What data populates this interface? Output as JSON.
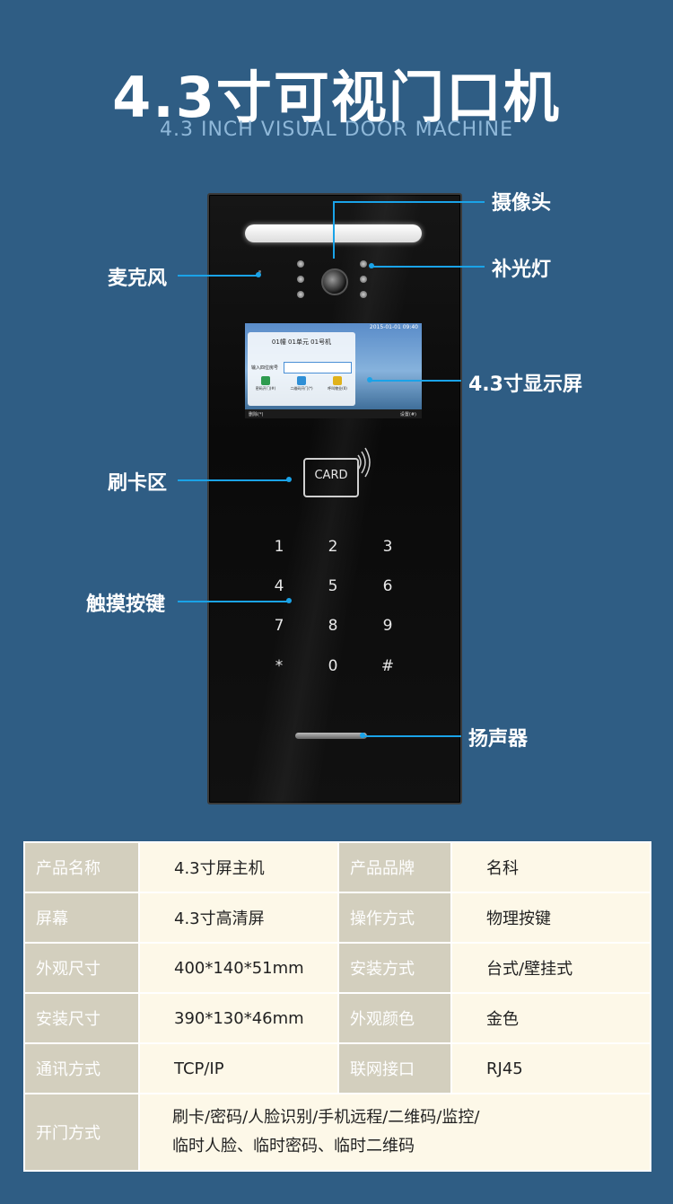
{
  "header": {
    "title": "4.3寸可视门口机",
    "subtitle": "4.3 INCH VISUAL DOOR MACHINE"
  },
  "device": {
    "screen": {
      "status": "2015-01-01 09:40",
      "unit_label": "01幢 01单元 01号机",
      "prompt": "输入四位房号",
      "buttons": [
        "密码开门(#)",
        "二维码开门(*)",
        "呼叫物业(0)"
      ],
      "footer_left": "删除(*)",
      "footer_right": "设置(#)"
    },
    "card_label": "CARD",
    "keypad": [
      "1",
      "2",
      "3",
      "4",
      "5",
      "6",
      "7",
      "8",
      "9",
      "*",
      "0",
      "#"
    ]
  },
  "callouts": {
    "camera": "摄像头",
    "fill_light": "补光灯",
    "microphone": "麦克风",
    "display": "4.3寸显示屏",
    "card_area": "刷卡区",
    "touch_keys": "触摸按键",
    "speaker": "扬声器"
  },
  "specs": {
    "rows": [
      {
        "k1": "产品名称",
        "v1": "4.3寸屏主机",
        "k2": "产品品牌",
        "v2": "名科"
      },
      {
        "k1": "屏幕",
        "v1": "4.3寸高清屏",
        "k2": "操作方式",
        "v2": "物理按键"
      },
      {
        "k1": "外观尺寸",
        "v1": "400*140*51mm",
        "k2": "安装方式",
        "v2": "台式/壁挂式"
      },
      {
        "k1": "安装尺寸",
        "v1": "390*130*46mm",
        "k2": "外观颜色",
        "v2": "金色"
      },
      {
        "k1": "通讯方式",
        "v1": "TCP/IP",
        "k2": "联网接口",
        "v2": "RJ45"
      }
    ],
    "unlock": {
      "k": "开门方式",
      "line1": "刷卡/密码/人脸识别/手机远程/二维码/监控/",
      "line2": "临时人脸、临时密码、临时二维码"
    }
  },
  "colors": {
    "background": "#2f5d84",
    "accent": "#1aa3e8",
    "key_cell": "#d3cfbe",
    "value_cell": "#fdf8e8"
  }
}
